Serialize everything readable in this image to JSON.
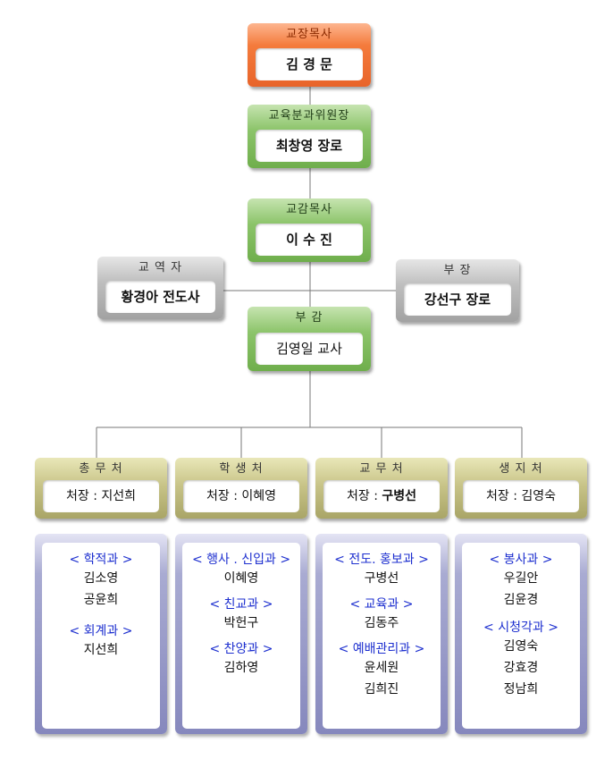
{
  "top": [
    {
      "title": "교장목사",
      "name": "김 경 문"
    },
    {
      "title": "교육분과위원장",
      "name": "최창영 장로"
    },
    {
      "title": "교감목사",
      "name": "이 수 진"
    }
  ],
  "left_advisor": {
    "title": "교 역 자",
    "name": "황경아 전도사"
  },
  "right_advisor": {
    "title": "부 장",
    "name": "강선구 장로"
  },
  "vice": {
    "title": "부 감",
    "name": "김영일 교사"
  },
  "offices": [
    {
      "title": "총 무 처",
      "label": "처장 : ",
      "head": "지선희"
    },
    {
      "title": "학 생 처",
      "label": "처장 : ",
      "head": "이혜영"
    },
    {
      "title": "교 무 처",
      "label": "처장 : ",
      "head": "구병선"
    },
    {
      "title": "생 지 처",
      "label": "처장 : ",
      "head": "김영숙"
    }
  ],
  "depts": [
    [
      {
        "name": "< 학적과 >",
        "members": [
          "김소영",
          "공윤희"
        ]
      },
      {
        "name": "< 회계과 >",
        "members": [
          "지선희"
        ]
      }
    ],
    [
      {
        "name": "< 행사 . 신입과 >",
        "members": [
          "이혜영"
        ]
      },
      {
        "name": "< 친교과 >",
        "members": [
          "박헌구"
        ]
      },
      {
        "name": "< 찬양과 >",
        "members": [
          "김하영"
        ]
      }
    ],
    [
      {
        "name": "< 전도. 홍보과 >",
        "members": [
          "구병선"
        ]
      },
      {
        "name": "< 교육과 >",
        "members": [
          "김동주"
        ]
      },
      {
        "name": "< 예배관리과 >",
        "members": [
          "윤세원",
          "김희진"
        ]
      }
    ],
    [
      {
        "name": "< 봉사과 >",
        "members": [
          "우길안",
          "김윤경"
        ]
      },
      {
        "name": "< 시청각과 >",
        "members": [
          "김영숙",
          "강효경",
          "정남희"
        ]
      }
    ]
  ]
}
